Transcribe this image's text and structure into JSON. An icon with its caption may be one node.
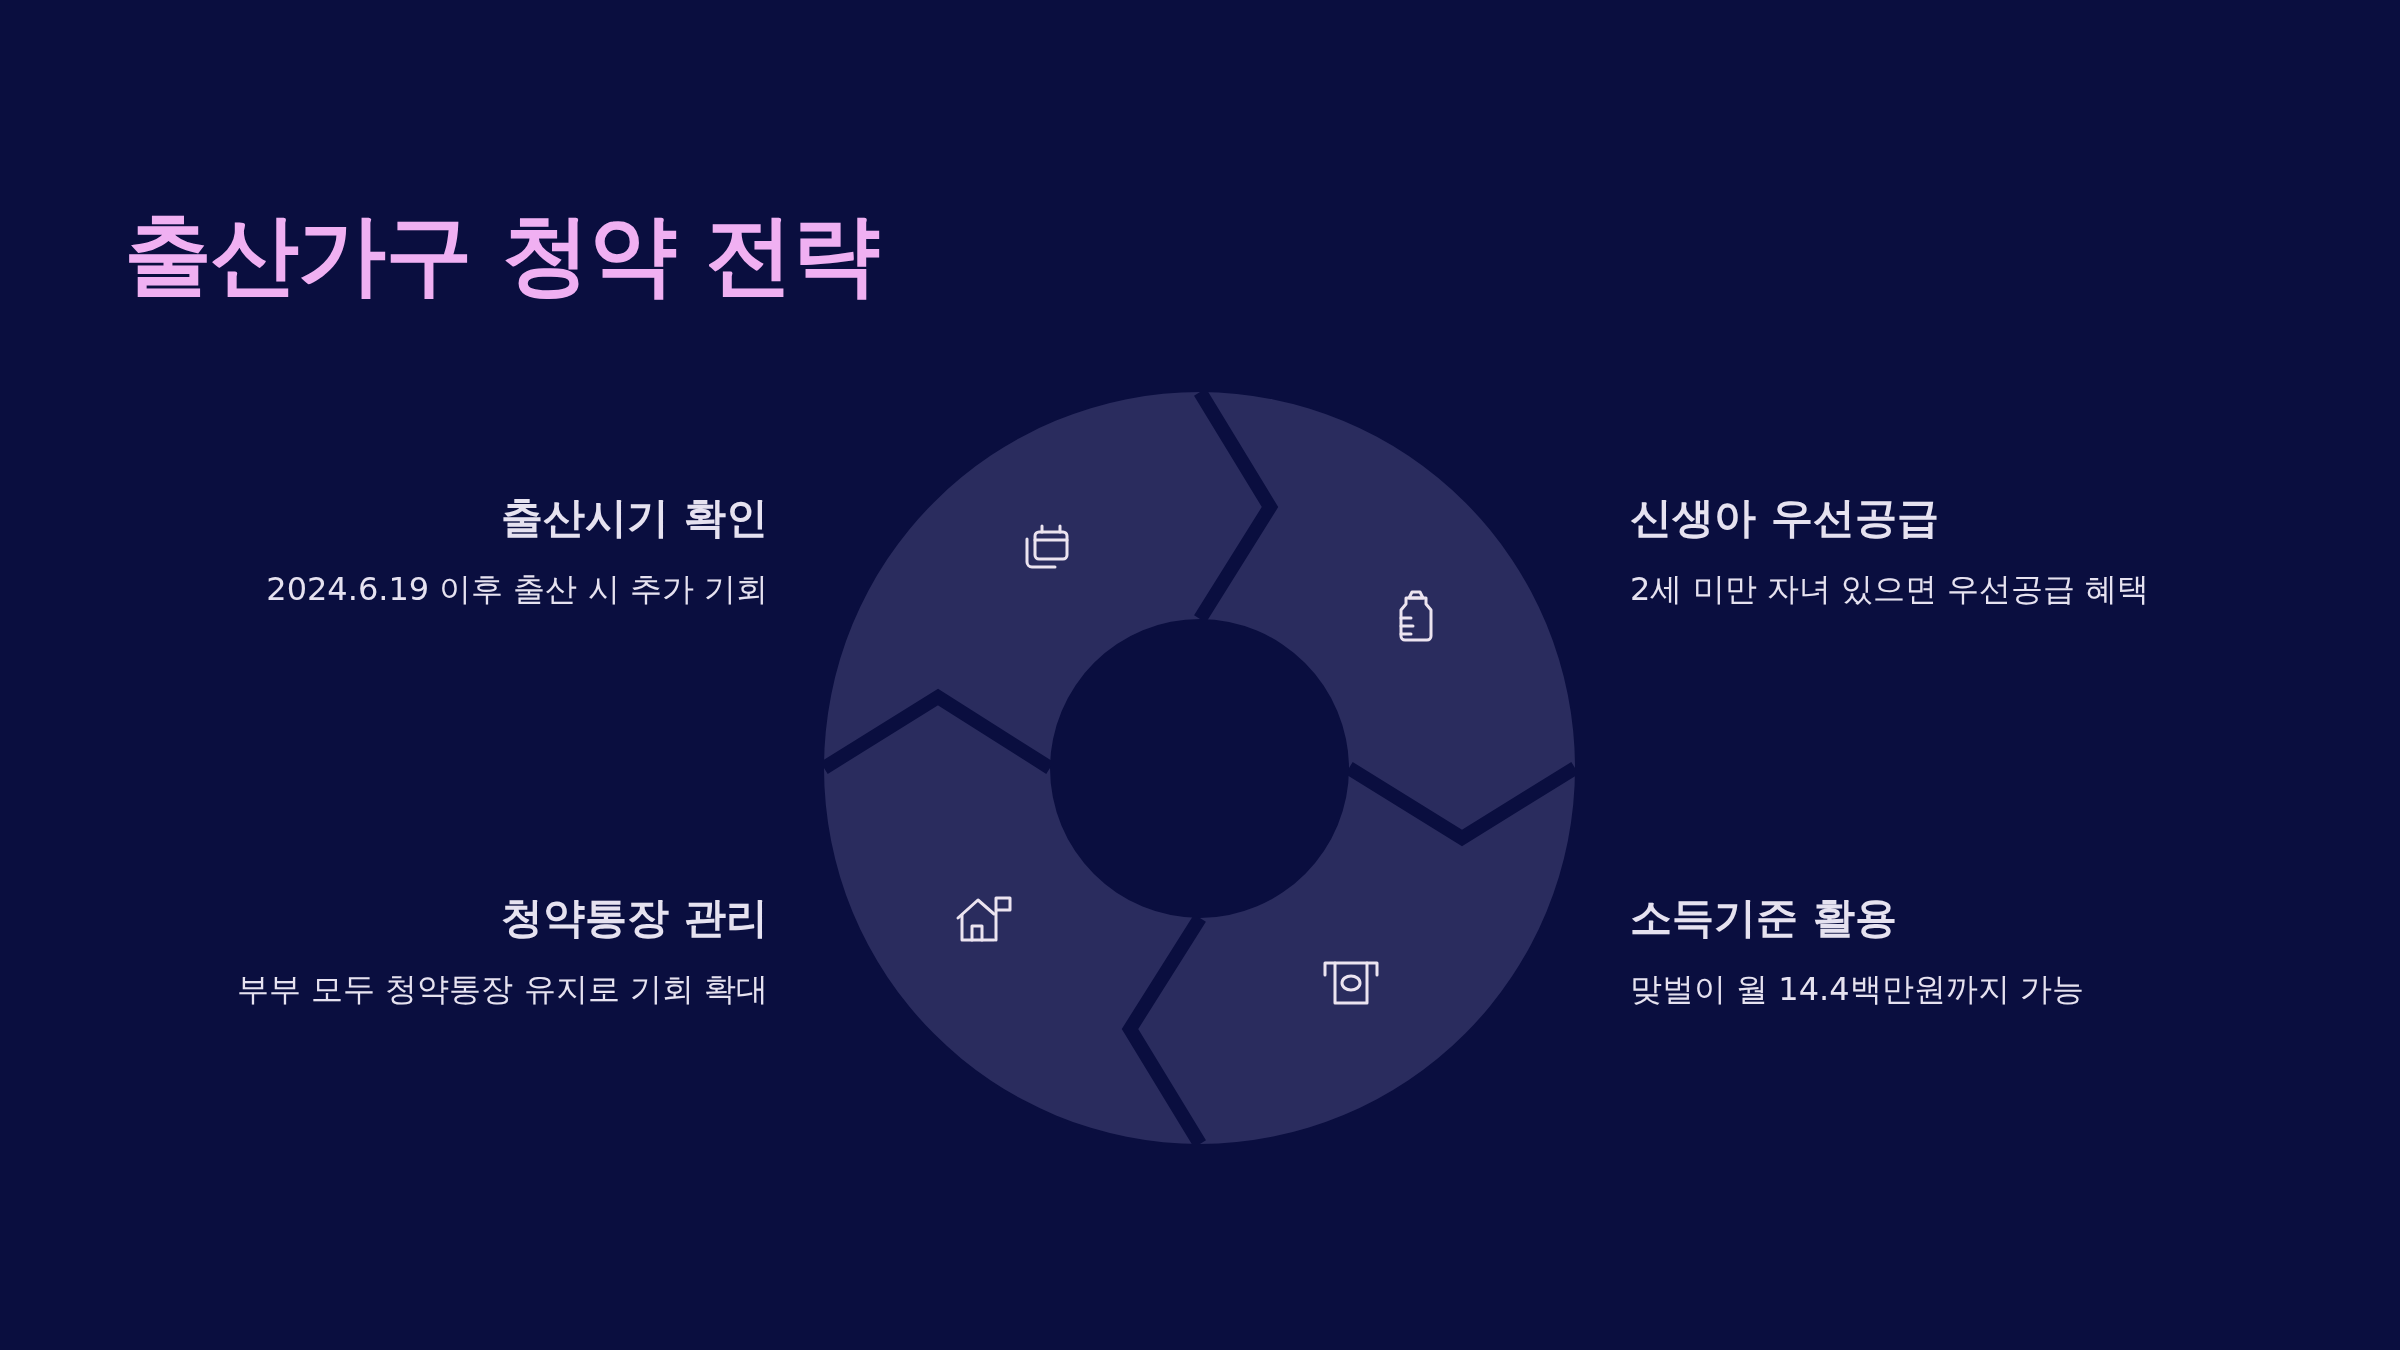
{
  "diagram": {
    "title": "출산가구 청약 전략",
    "nodes": [
      {
        "text": [
          "출산시기 확인",
          "2024.6.19 이후 출산 시 추가 기회"
        ]
      },
      {
        "text": [
          "신생아 우선공급",
          "2세 미만 자녀 있으면 우선공급 혜택"
        ]
      },
      {
        "text": [
          "청약통장 관리",
          "부부 모두 청약통장 유지로 기회 확대"
        ]
      },
      {
        "text": [
          "소득기준 활용",
          "맞벌이 월 14.4백만원까지 가능"
        ]
      }
    ]
  }
}
